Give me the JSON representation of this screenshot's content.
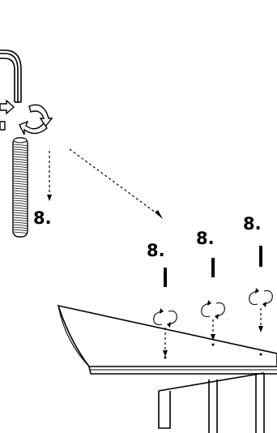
{
  "figure": {
    "step_labels": [
      "8.",
      "8.",
      "8.",
      "8."
    ],
    "icons": [
      "threaded-rod-icon",
      "bent-tube-icon",
      "screw-rotate-icon",
      "dowel-pin-icon",
      "table-top-icon"
    ]
  }
}
